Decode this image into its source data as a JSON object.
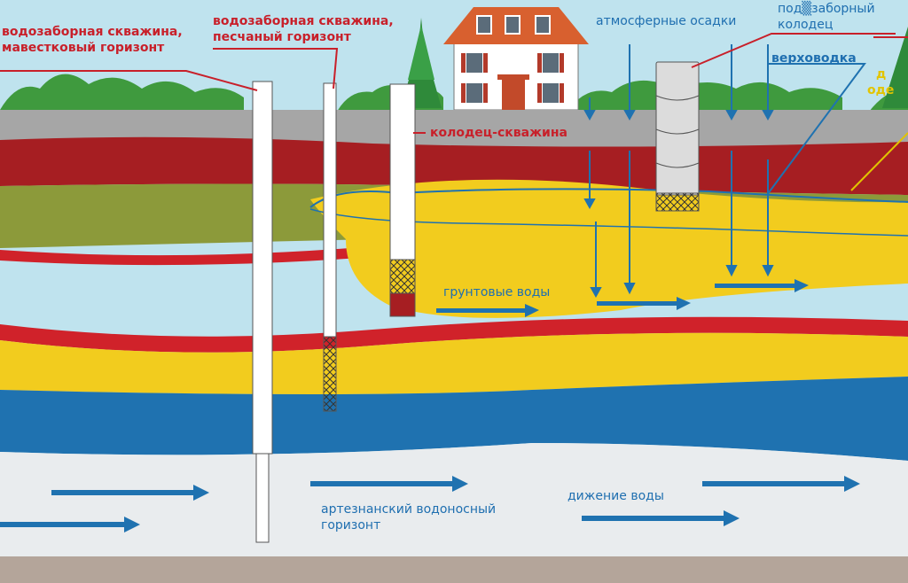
{
  "labels": {
    "well_limestone_line1": "водозаборная скважина,",
    "well_limestone_line2": "мавестковый горизонт",
    "well_sand_line1": "водозаборная скважина,",
    "well_sand_line2": "песчаный горизонт",
    "well_shaft": "колодец-скважина",
    "precipitation": "атмосферные осадки",
    "shallow_well_line1": "под▒заборный",
    "shallow_well_line2": "колодец",
    "perched_water": "верховодка",
    "partial_right_line1": "д",
    "partial_right_line2": "оде",
    "groundwater": "грунтовые воды",
    "artesian_line1": "артезнанский водоносный",
    "artesian_line2": "горизонт",
    "water_movement": "дижение воды"
  },
  "colors": {
    "sky": "#bfe3ee",
    "ground_gray": "#a6a6a6",
    "clay_red": "#a61e22",
    "loam_olive": "#8c9a3a",
    "sand_yellow": "#f2cc1e",
    "aquifer_blue": "#1f72b0",
    "artesian_white": "#e9ecee",
    "bedrock_brown": "#b4a59a",
    "label_red": "#c8202a",
    "label_blue": "#1f6fb0",
    "tree_green": "#2f8a3a",
    "roof": "#d8602f"
  }
}
